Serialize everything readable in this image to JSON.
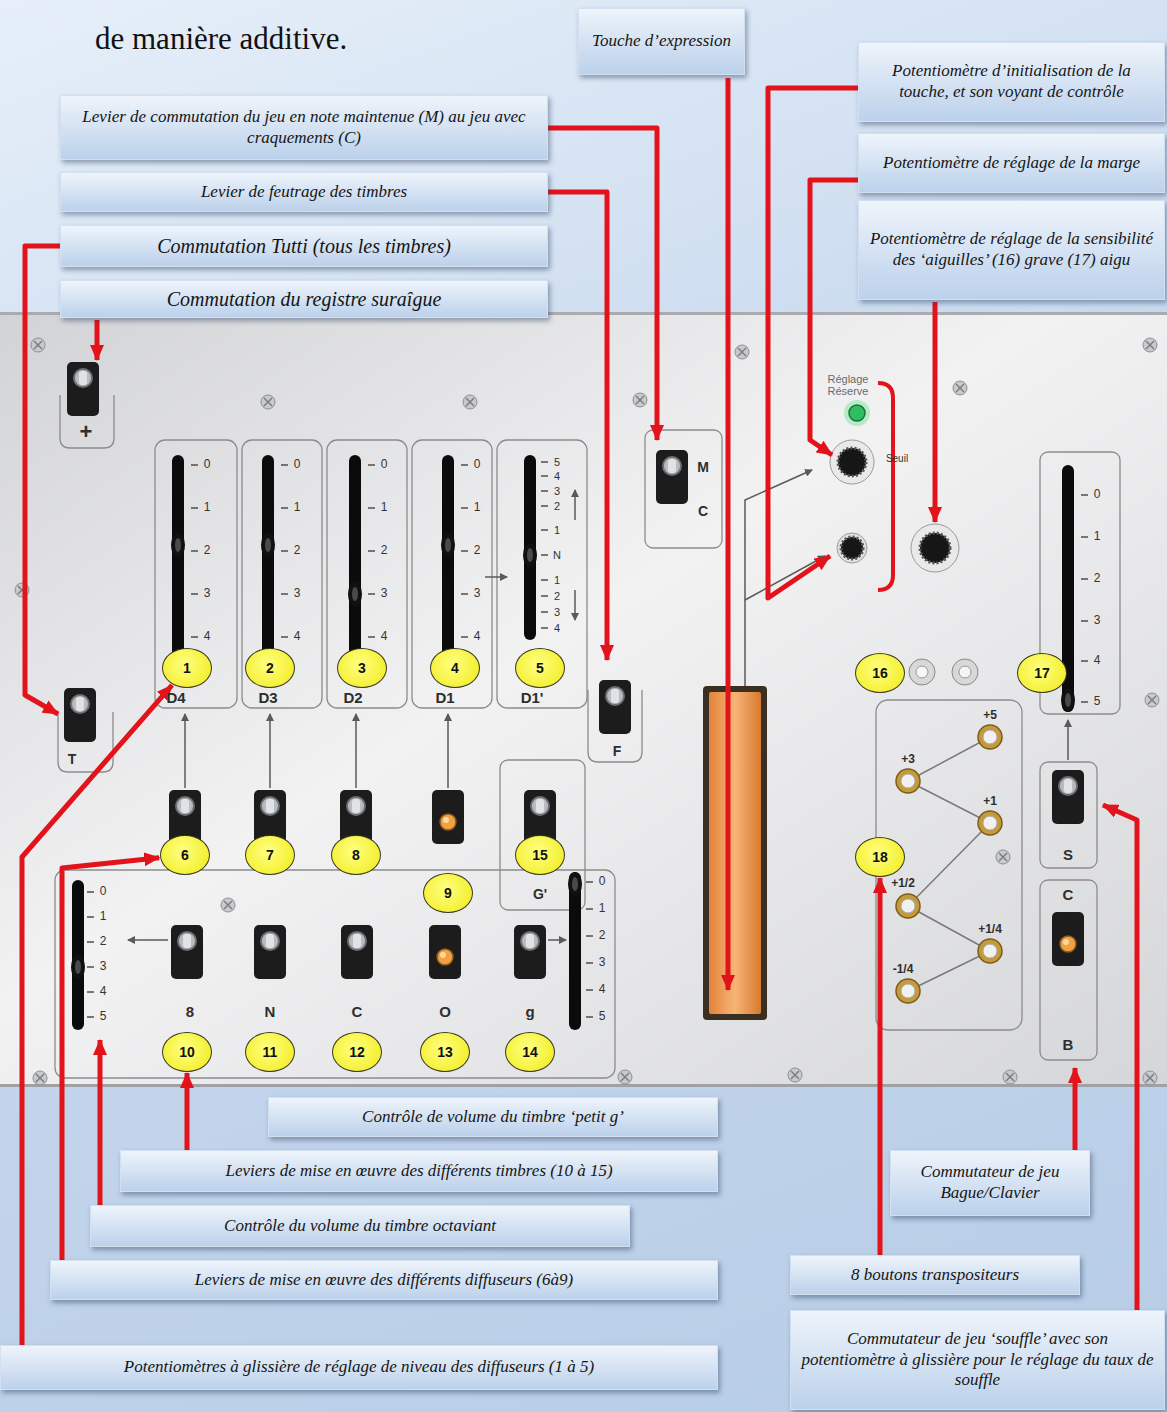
{
  "diagram": {
    "nodes": [
      {
        "text": [
          "Touche d’expression"
        ]
      },
      {
        "text": [
          "Potentiomètre d’initialisation de la touche, et son voyant de contrôle"
        ]
      },
      {
        "text": [
          "Levier de commutation du jeu en note maintenue (M) au jeu avec craquements (C)"
        ]
      },
      {
        "text": [
          "Potentiomètre de réglage de la marge"
        ]
      },
      {
        "text": [
          "Levier de feutrage des timbres"
        ]
      },
      {
        "text": [
          "Commutation Tutti (tous les timbres)"
        ]
      },
      {
        "text": [
          "Potentiomètre de réglage de la sensibilité des ‘aiguilles’ (16) grave (17) aigu"
        ]
      },
      {
        "text": [
          "Commutation du registre suraîgue"
        ]
      },
      {
        "text": [
          "1"
        ]
      },
      {
        "text": [
          "2"
        ]
      },
      {
        "text": [
          "3"
        ]
      },
      {
        "text": [
          "4"
        ]
      },
      {
        "text": [
          "5"
        ]
      },
      {
        "text": [
          "6"
        ]
      },
      {
        "text": [
          "7"
        ]
      },
      {
        "text": [
          "8"
        ]
      },
      {
        "text": [
          "9"
        ]
      },
      {
        "text": [
          "10"
        ]
      },
      {
        "text": [
          "11"
        ]
      },
      {
        "text": [
          "12"
        ]
      },
      {
        "text": [
          "13"
        ]
      },
      {
        "text": [
          "14"
        ]
      },
      {
        "text": [
          "15"
        ]
      },
      {
        "text": [
          "16"
        ]
      },
      {
        "text": [
          "17"
        ]
      },
      {
        "text": [
          "18"
        ]
      },
      {
        "text": [
          "Contrôle de volume du timbre ‘petit g’"
        ]
      },
      {
        "text": [
          "Leviers de mise en œuvre des différents timbres (10 à 15)"
        ]
      },
      {
        "text": [
          "Commutateur de jeu Bague/Clavier"
        ]
      },
      {
        "text": [
          "Contrôle du volume du timbre octaviant"
        ]
      },
      {
        "text": [
          "8 boutons transpositeurs"
        ]
      },
      {
        "text": [
          "Leviers de mise en œuvre des différents diffuseurs (6à9)"
        ]
      },
      {
        "text": [
          "Commutateur de jeu ‘souffle’ avec son potentiomètre à glissière pour le réglage du taux de souffle"
        ]
      },
      {
        "text": [
          "Potentiomètres à glissière de réglage de niveau des diffuseurs (1 à 5)"
        ]
      }
    ],
    "edges": [
      {
        "from": 33,
        "to": 8,
        "arrow": "to"
      },
      {
        "from": 31,
        "to": 13,
        "arrow": "to"
      },
      {
        "from": 27,
        "to": 17,
        "arrow": "to"
      },
      {
        "from": 30,
        "to": 25,
        "arrow": "to"
      }
    ],
    "labels": [
      "de manière additive.",
      "+",
      "T",
      "D4",
      "D3",
      "D2",
      "D1",
      "D1'",
      "F",
      "M",
      "C",
      "8",
      "N",
      "C",
      "O",
      "g",
      "G'",
      "Réglage Réserve",
      "Seuil",
      "+5",
      "+3",
      "+1",
      "+1/2",
      "+1/4",
      "-1/4",
      "S",
      "C",
      "B",
      "0",
      "1",
      "2",
      "3",
      "4",
      "0",
      "1",
      "2",
      "3",
      "4",
      "0",
      "1",
      "2",
      "3",
      "4",
      "0",
      "1",
      "2",
      "3",
      "4",
      "5",
      "4",
      "3",
      "2",
      "1",
      "N",
      "1",
      "2",
      "3",
      "4",
      "0",
      "1",
      "2",
      "3",
      "4",
      "5",
      "0",
      "1",
      "2",
      "3",
      "4",
      "5",
      "0",
      "1",
      "2",
      "3",
      "4",
      "5"
    ]
  }
}
